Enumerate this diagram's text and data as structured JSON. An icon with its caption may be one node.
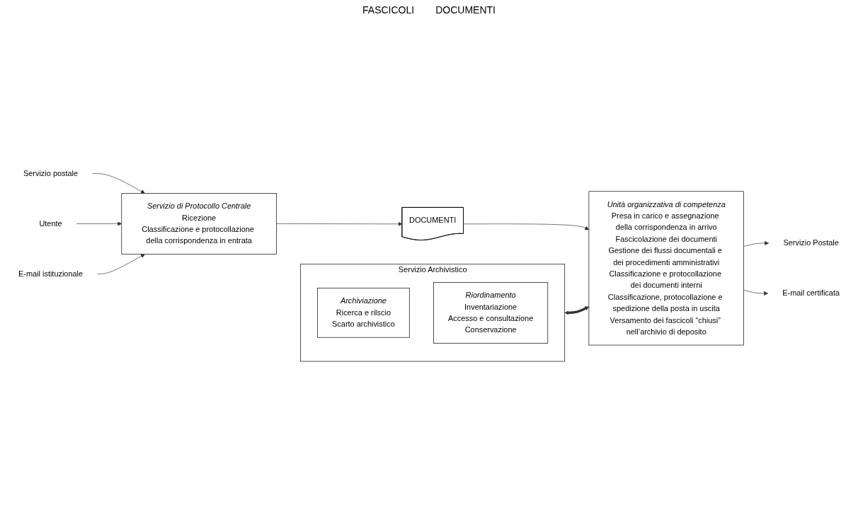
{
  "diagram": {
    "nodes": [
      {
        "text": [
          "Servizio postale"
        ]
      },
      {
        "text": [
          "Utente"
        ]
      },
      {
        "text": [
          "E-mail istituzionale"
        ]
      },
      {
        "text": [
          "Servizio di Protocollo Centrale",
          "Ricezione",
          "Classificazione e protocollazione della corrispondenza in entrata"
        ]
      },
      {
        "text": [
          "DOCUMENTI"
        ]
      },
      {
        "text": [
          "Servizio Archivistico"
        ]
      },
      {
        "text": [
          "Archiviazione",
          "Ricerca e rilscio",
          "Scarto archivistico"
        ],
        "in": 5
      },
      {
        "text": [
          "Riordinamento",
          "Inventariazione",
          "Accesso e consultazione",
          "Conservazione"
        ],
        "in": 5
      },
      {
        "text": [
          "Unità organizzativa di competenza",
          "Presa in carico e assegnazione della corrispondenza in arrivo",
          "Fascicolazione dei documenti",
          "Gestione dei flussi documentali e dei procedimenti amministrativi",
          "Classificazione e protocollazione dei documenti interni",
          "Classificazione, protocollazione e spedizione della posta in uscita",
          "Versamento dei fascicoli “chiusi” nell’archivio di deposito"
        ]
      },
      {
        "text": [
          "Servizio Postale"
        ]
      },
      {
        "text": [
          "E-mail certificata"
        ]
      }
    ],
    "edges": [
      {
        "from": 0,
        "to": 3,
        "arrow": "to"
      },
      {
        "from": 1,
        "to": 3,
        "arrow": "to"
      },
      {
        "from": 2,
        "to": 3,
        "arrow": "to"
      },
      {
        "from": 3,
        "to": 4,
        "arrow": "to"
      },
      {
        "from": 4,
        "to": 8,
        "arrow": "to"
      },
      {
        "from": 5,
        "to": 8,
        "arrow": "both",
        "style": "thick"
      },
      {
        "from": 8,
        "to": 9,
        "arrow": "to"
      },
      {
        "from": 8,
        "to": 10,
        "arrow": "to"
      }
    ],
    "labels": [
      "FASCICOLI",
      "DOCUMENTI"
    ]
  }
}
